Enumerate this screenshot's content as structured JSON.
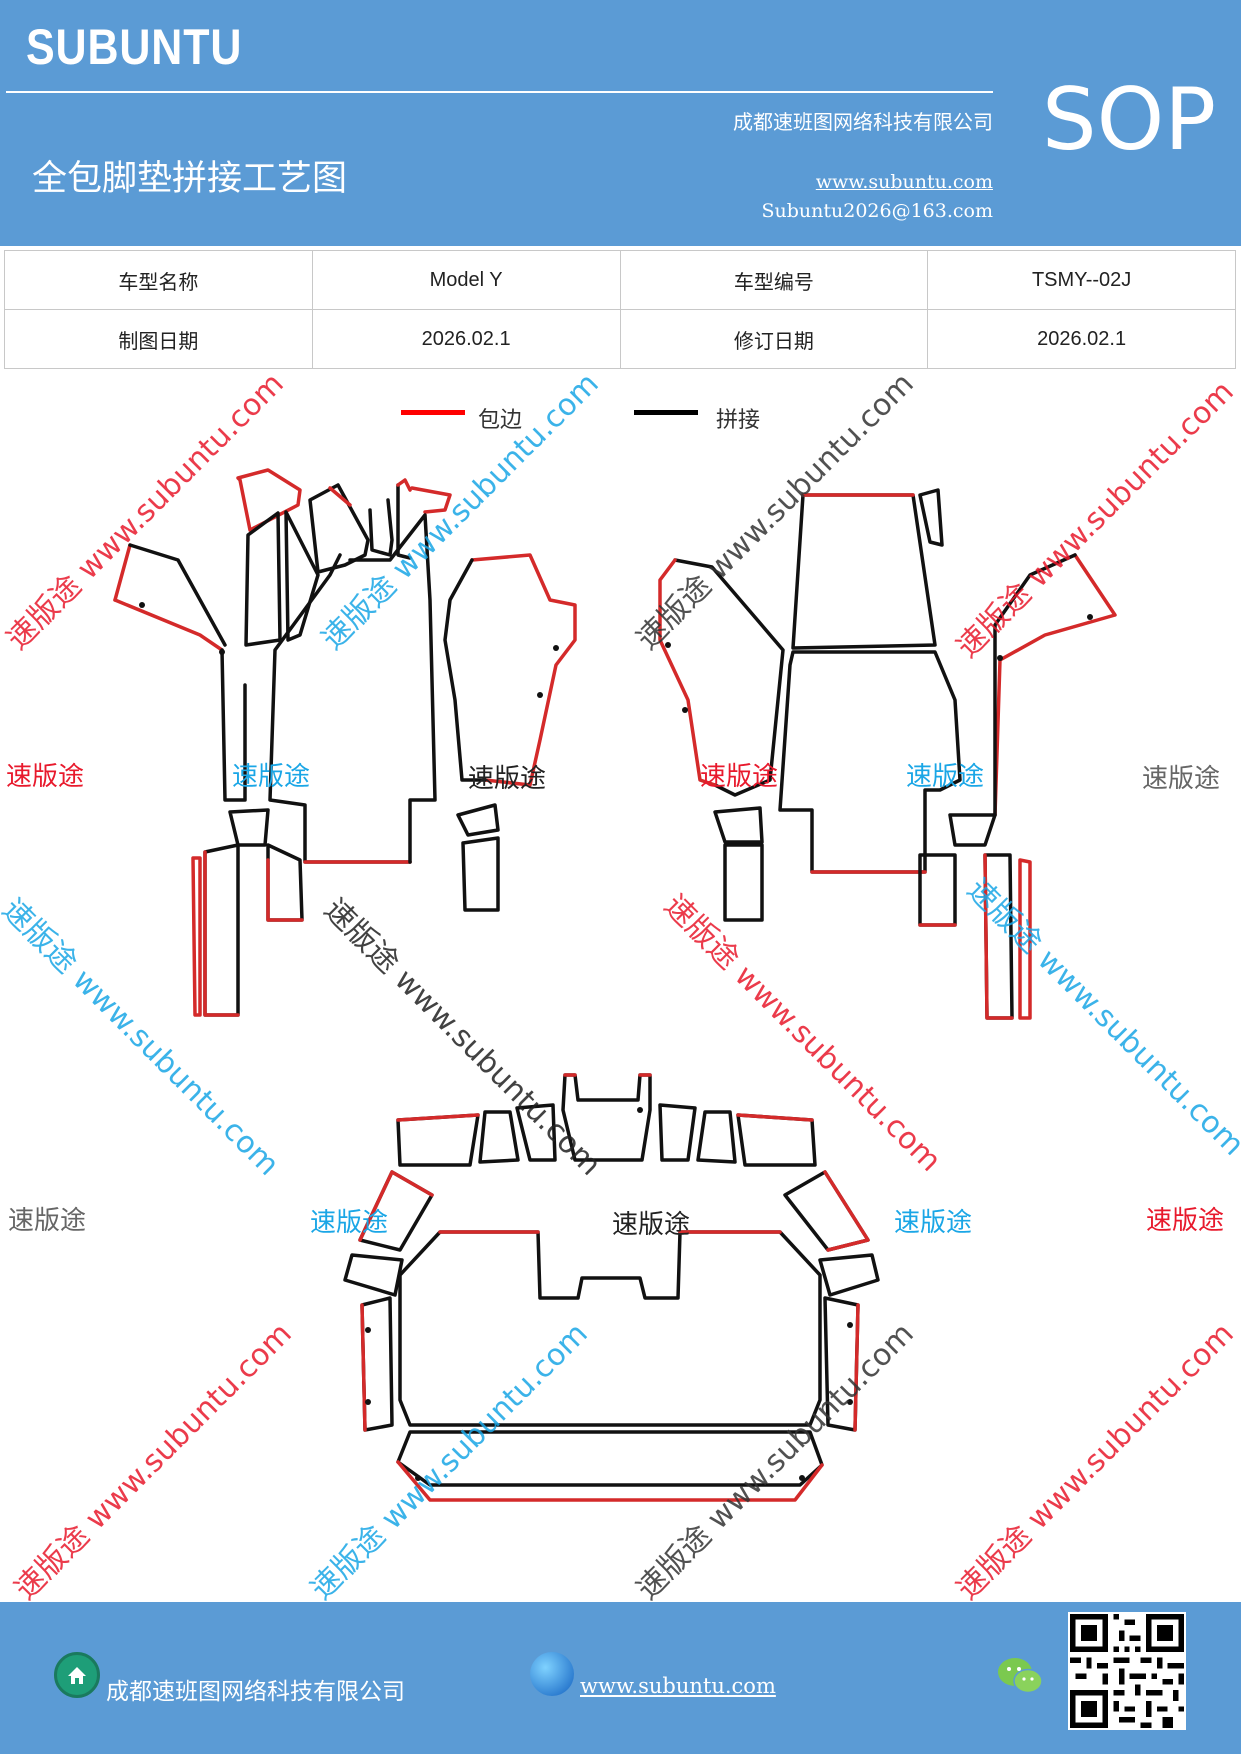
{
  "header": {
    "brand": "SUBUNTU",
    "company": "成都速班图网络科技有限公司",
    "title": "全包脚垫拼接工艺图",
    "url": "www.subuntu.com",
    "email": "Subuntu2026@163.com",
    "badge": "SOP"
  },
  "info": {
    "model_name_label": "车型名称",
    "model_name": "Model Y",
    "model_code_label": "车型编号",
    "model_code": "TSMY--02J",
    "draw_date_label": "制图日期",
    "draw_date": "2026.02.1",
    "revise_date_label": "修订日期",
    "revise_date": "2026.02.1"
  },
  "legend": {
    "edge_label": "包边",
    "edge_color": "#ff0000",
    "join_label": "拼接",
    "join_color": "#000000"
  },
  "watermark": {
    "short": "速版途",
    "long": "速版途 www.subuntu.com",
    "red": "#e8192c",
    "blue": "#1aa6e6",
    "gray": "#666666"
  },
  "footer": {
    "company": "成都速班图网络科技有限公司",
    "url": "www.subuntu.com"
  }
}
